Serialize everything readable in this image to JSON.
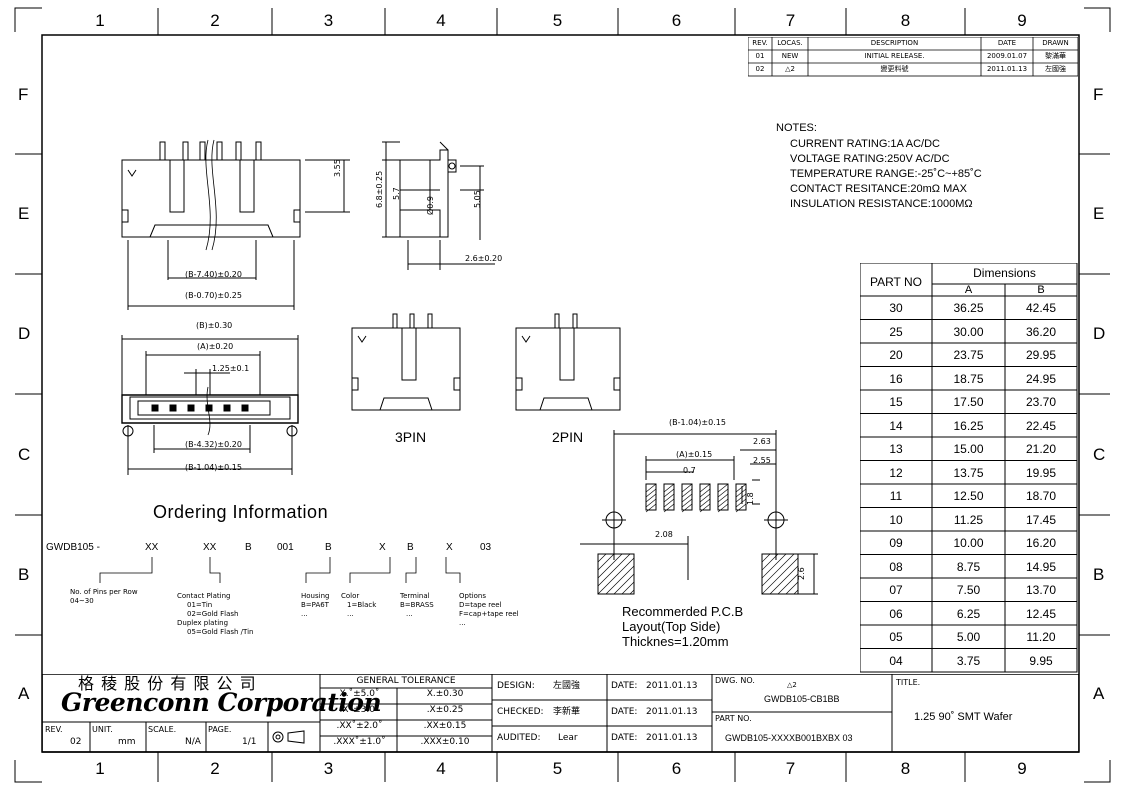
{
  "border": {
    "columns": [
      "1",
      "2",
      "3",
      "4",
      "5",
      "6",
      "7",
      "8",
      "9"
    ],
    "rows": [
      "F",
      "E",
      "D",
      "C",
      "B",
      "A"
    ]
  },
  "revisions": {
    "headers": {
      "rev": "REV.",
      "locas": "LOCAS.",
      "description": "DESCRIPTION",
      "date": "DATE",
      "drawn": "DRAWN"
    },
    "rows": [
      {
        "rev": "01",
        "locas": "NEW",
        "description": "INITIAL RELEASE.",
        "date": "2009.01.07",
        "drawn": "黎滿華"
      },
      {
        "rev": "02",
        "locas": "△2",
        "description": "變更料號",
        "date": "2011.01.13",
        "drawn": "左國強"
      }
    ]
  },
  "notes": {
    "title": "NOTES:",
    "lines": [
      "CURRENT RATING:1A AC/DC",
      "VOLTAGE RATING:250V AC/DC",
      "TEMPERATURE RANGE:-25˚C~+85˚C",
      "CONTACT RESITANCE:20mΩ MAX",
      "INSULATION RESISTANCE:1000MΩ"
    ]
  },
  "dimensions_table": {
    "part_no_header": "PART NO",
    "dimensions_header": "Dimensions",
    "col_a": "A",
    "col_b": "B",
    "rows": [
      [
        "30",
        "36.25",
        "42.45"
      ],
      [
        "25",
        "30.00",
        "36.20"
      ],
      [
        "20",
        "23.75",
        "29.95"
      ],
      [
        "16",
        "18.75",
        "24.95"
      ],
      [
        "15",
        "17.50",
        "23.70"
      ],
      [
        "14",
        "16.25",
        "22.45"
      ],
      [
        "13",
        "15.00",
        "21.20"
      ],
      [
        "12",
        "13.75",
        "19.95"
      ],
      [
        "11",
        "12.50",
        "18.70"
      ],
      [
        "10",
        "11.25",
        "17.45"
      ],
      [
        "09",
        "10.00",
        "16.20"
      ],
      [
        "08",
        "8.75",
        "14.95"
      ],
      [
        "07",
        "7.50",
        "13.70"
      ],
      [
        "06",
        "6.25",
        "12.45"
      ],
      [
        "05",
        "5.00",
        "11.20"
      ],
      [
        "04",
        "3.75",
        "9.95"
      ]
    ]
  },
  "drawing_dims": {
    "top_b740": "(B-7.40)±0.20",
    "top_b070": "(B-0.70)±0.25",
    "side_355": "3.55",
    "side_68": "6.8±0.25",
    "side_57": "5.7",
    "side_09": "Ø0.9",
    "side_505": "5.05",
    "side_26": "2.6±0.20",
    "plan_b": "(B)±0.30",
    "plan_a": "(A)±0.20",
    "plan_pitch": "1.25±0.1",
    "plan_b432": "(B-4.32)±0.20",
    "plan_b104": "(B-1.04)±0.15",
    "pin3": "3PIN",
    "pin2": "2PIN",
    "pcb_b104": "(B-1.04)±0.15",
    "pcb_a": "(A)±0.15",
    "pcb_263": "2.63",
    "pcb_255": "2.55",
    "pcb_07": "0.7",
    "pcb_18": "1.8",
    "pcb_208": "2.08",
    "pcb_26": "2.6",
    "pcb_caption": [
      "Recommerded P.C.B",
      "Layout(Top Side)",
      "Thicknes=1.20mm"
    ]
  },
  "ordering": {
    "title": "Ordering Information",
    "code_prefix": "GWDB105 -",
    "code_parts": [
      "XX",
      "XX",
      "B",
      "001",
      "B",
      "X",
      "B",
      "X",
      "03"
    ],
    "pins_label": [
      "No. of Pins per Row",
      "04~30"
    ],
    "plating_label": [
      "Contact Plating",
      "01=Tin",
      "02=Gold Flash",
      "Duplex plating",
      "05=Gold Flash /Tin"
    ],
    "housing_label": [
      "Housing",
      "B=PA6T",
      "..."
    ],
    "color_label": [
      "Color",
      "1=Black",
      "..."
    ],
    "terminal_label": [
      "Terminal",
      "B=BRASS",
      "..."
    ],
    "options_label": [
      "Options",
      "D=tape reel",
      "F=cap+tape reel",
      "..."
    ]
  },
  "title_block": {
    "company_cn": "格 稜 股 份 有 限 公 司",
    "company_en": "Greenconn Corporation",
    "rev_label": "REV.",
    "rev_value": "02",
    "unit_label": "UNIT.",
    "unit_value": "mm",
    "scale_label": "SCALE.",
    "scale_value": "N/A",
    "page_label": "PAGE.",
    "page_value": "1/1",
    "tolerance_header": "GENERAL TOLERANCE",
    "tolerance_rows": [
      [
        "X.˚±5.0˚",
        "X.±0.30"
      ],
      [
        ".X˚±3.0˚",
        ".X±0.25"
      ],
      [
        ".XX˚±2.0˚",
        ".XX±0.15"
      ],
      [
        ".XXX˚±1.0˚",
        ".XXX±0.10"
      ]
    ],
    "design_label": "DESIGN:",
    "design_value": "左國強",
    "checked_label": "CHECKED:",
    "checked_value": "李新華",
    "audited_label": "AUDITED:",
    "audited_value": "Lear",
    "date_label": "DATE:",
    "date_values": [
      "2011.01.13",
      "2011.01.13",
      "2011.01.13"
    ],
    "dwg_label": "DWG. NO.",
    "dwg_value": "GWDB105-CB1BB",
    "dwg_rev_mark": "△2",
    "part_label": "PART NO.",
    "part_value": "GWDB105-XXXXB001BXBX   03",
    "title_label": "TITLE.",
    "title_value": "1.25 90˚ SMT Wafer"
  }
}
